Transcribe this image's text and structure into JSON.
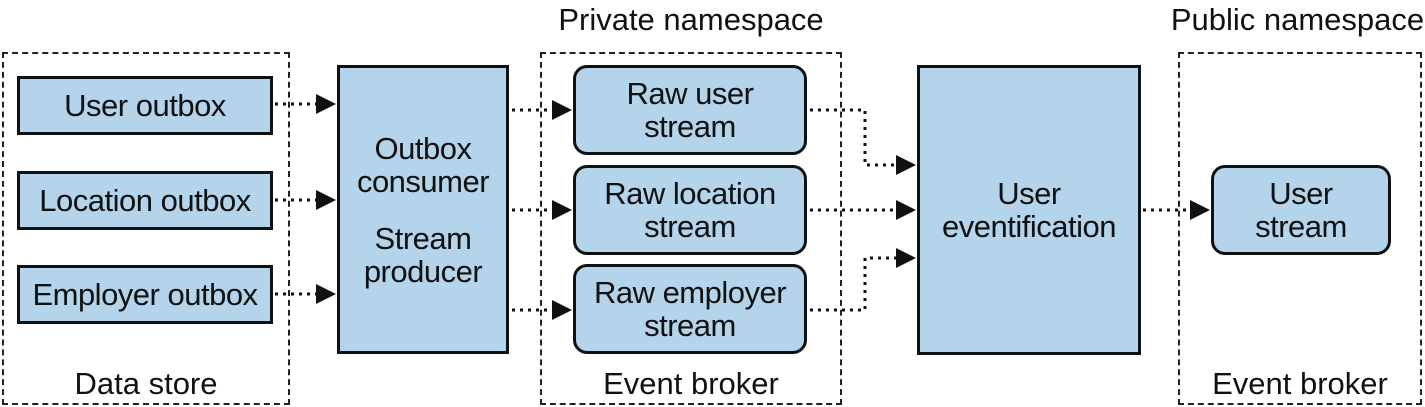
{
  "groups": {
    "data_store": {
      "label": "Data store"
    },
    "event_broker_private": {
      "label": "Event broker",
      "namespace": "Private namespace"
    },
    "event_broker_public": {
      "label": "Event broker",
      "namespace": "Public namespace"
    }
  },
  "outboxes": {
    "user": "User outbox",
    "location": "Location outbox",
    "employer": "Employer outbox"
  },
  "consumer": {
    "line1": "Outbox\nconsumer",
    "line2": "Stream\nproducer"
  },
  "raw_streams": {
    "user": "Raw user\nstream",
    "location": "Raw location\nstream",
    "employer": "Raw employer\nstream"
  },
  "eventification": "User\neventification",
  "user_stream": "User\nstream",
  "colors": {
    "box_fill": "#b3d4ea",
    "stroke": "#111111"
  }
}
